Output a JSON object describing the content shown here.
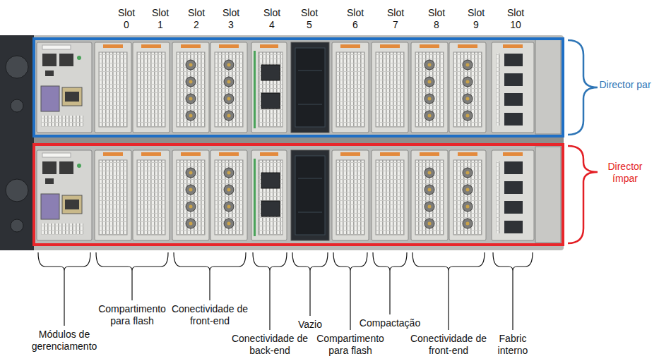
{
  "diagram": {
    "labels": [
      "Slot 0",
      "Slot 1",
      "Slot 2",
      "Slot 3",
      "Slot 4",
      "Slot 5",
      "Slot 6",
      "Slot 7",
      "Slot 8",
      "Slot 9",
      "Slot 10",
      "Director par",
      "Director ímpar",
      "Módulos de gerenciamento",
      "Compartimento para flash",
      "Conectividade de front-end",
      "Conectividade de back-end",
      "Vazio",
      "Compartimento para flash",
      "Compactação",
      "Conectividade de front-end",
      "Fabric interno"
    ]
  }
}
